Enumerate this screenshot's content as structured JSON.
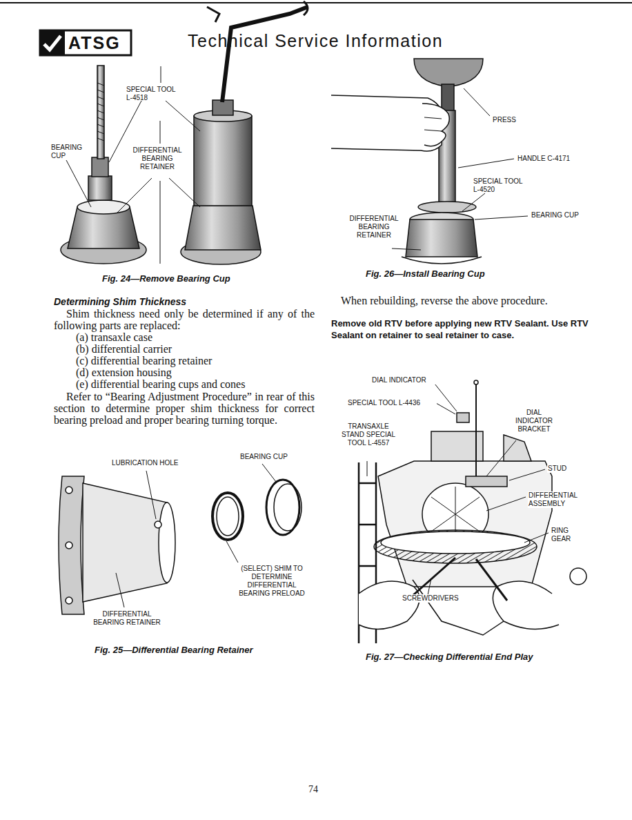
{
  "diagram": {
    "title": "Technical Service Information",
    "labels": [
      "ATSG",
      "SPECIAL TOOL L-4518",
      "BEARING CUP",
      "DIFFERENTIAL BEARING RETAINER",
      "Fig. 24—Remove Bearing Cup",
      "PRESS",
      "HANDLE C-4171",
      "SPECIAL TOOL L-4520",
      "BEARING CUP",
      "DIFFERENTIAL BEARING RETAINER",
      "Fig. 26—Install Bearing Cup",
      "Determining Shim Thickness",
      "Shim thickness need only be determined if any of the following parts are replaced:",
      "(a) transaxle case",
      "(b) differential carrier",
      "(c) differential bearing retainer",
      "(d) extension housing",
      "(e) differential bearing cups and cones",
      "Refer to “Bearing Adjustment Procedure” in rear of this section to determine proper shim thickness for correct bearing preload and proper bearing turning torque.",
      "When rebuilding, reverse the above procedure.",
      "Remove old RTV before applying new RTV Sealant. Use RTV Sealant on retainer to seal retainer to case.",
      "LUBRICATION HOLE",
      "BEARING CUP",
      "(SELECT) SHIM TO DETERMINE DIFFERENTIAL BEARING PRELOAD",
      "DIFFERENTIAL BEARING RETAINER",
      "Fig. 25—Differential Bearing Retainer",
      "DIAL INDICATOR",
      "SPECIAL TOOL L-4436",
      "TRANSAXLE STAND SPECIAL TOOL L-4557",
      "DIAL INDICATOR BRACKET",
      "STUD",
      "DIFFERENTIAL ASSEMBLY",
      "RING GEAR",
      "SCREWDRIVERS",
      "Fig. 27—Checking Differential End Play",
      "74"
    ]
  }
}
